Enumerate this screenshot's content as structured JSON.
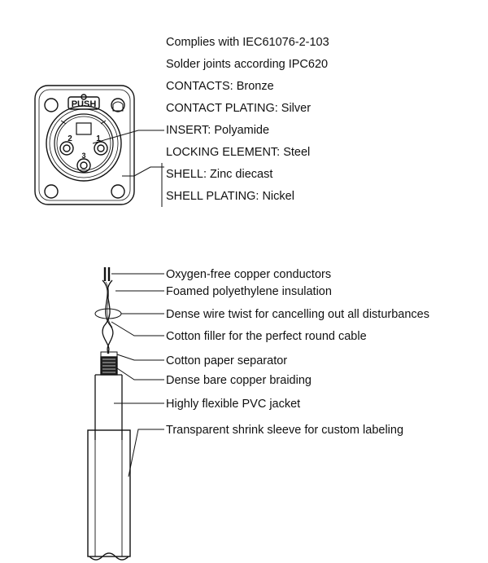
{
  "connector": {
    "push_label": "PUSH",
    "pin_numbers": [
      "2",
      "1",
      "3"
    ],
    "specs": [
      "Complies with IEC61076-2-103",
      "Solder joints according IPC620",
      "CONTACTS: Bronze",
      "CONTACT PLATING: Silver",
      "INSERT: Polyamide",
      "LOCKING ELEMENT: Steel",
      "SHELL: Zinc diecast",
      "SHELL PLATING: Nickel"
    ]
  },
  "cable": {
    "layers": [
      "Oxygen-free copper conductors",
      "Foamed polyethylene insulation",
      "Dense wire twist for cancelling out all disturbances",
      "Cotton filler for the perfect round cable",
      "Cotton paper separator",
      "Dense bare copper braiding",
      "Highly flexible PVC jacket",
      "Transparent shrink sleeve for custom labeling"
    ]
  }
}
